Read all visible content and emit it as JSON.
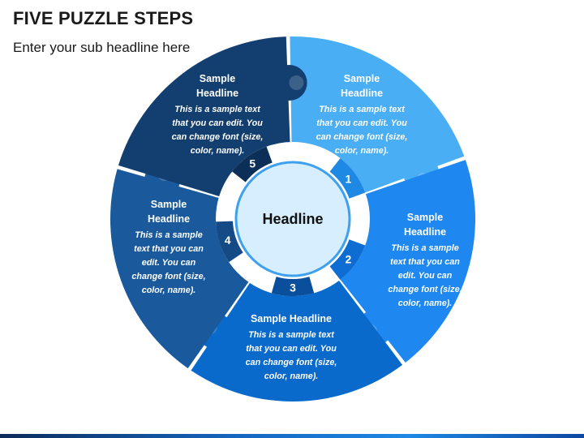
{
  "page": {
    "title": "FIVE PUZZLE STEPS",
    "subtitle": "Enter your sub headline here"
  },
  "diagram": {
    "center_label": "Headline",
    "segments": [
      {
        "number": "1",
        "heading": [
          "Sample",
          "Headline"
        ],
        "body": [
          "This is a sample text",
          "that you can edit. You",
          "can change font (size,",
          "color, name)."
        ],
        "color": "#4aaef5"
      },
      {
        "number": "2",
        "heading": [
          "Sample",
          "Headline"
        ],
        "body": [
          "This is a sample",
          "text that you can",
          "edit. You can",
          "change font (size,",
          "color, name)."
        ],
        "color": "#1e88f0"
      },
      {
        "number": "3",
        "heading": [
          "Sample Headline"
        ],
        "body": [
          "This is a sample text",
          "that you can edit. You",
          "can change font (size,",
          "color, name)."
        ],
        "color": "#0a6acb"
      },
      {
        "number": "4",
        "heading": [
          "Sample",
          "Headline"
        ],
        "body": [
          "This is a sample",
          "text that you can",
          "edit. You can",
          "change font (size,",
          "color, name)."
        ],
        "color": "#1a5a9c"
      },
      {
        "number": "5",
        "heading": [
          "Sample",
          "Headline"
        ],
        "body": [
          "This is a sample text",
          "that you can edit. You",
          "can change font (size,",
          "color, name)."
        ],
        "color": "#123f70"
      }
    ],
    "center_fill": "#d6eefe",
    "number_colors": [
      "#1e88e5",
      "#0d6dd3",
      "#0a4f9b",
      "#144b86",
      "#0c2f57"
    ]
  }
}
